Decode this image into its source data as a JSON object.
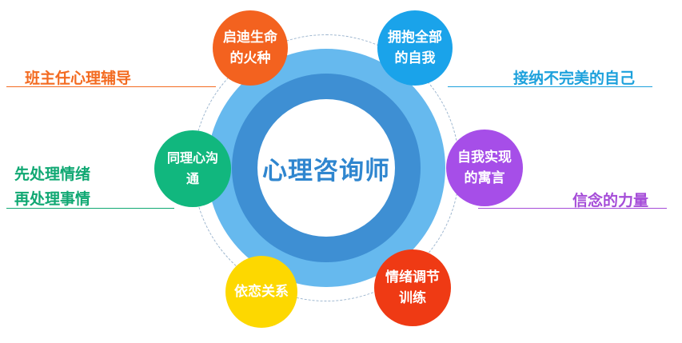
{
  "center": {
    "title": "心理咨询师"
  },
  "nodes": [
    {
      "id": "n1",
      "text": "启迪生命的火种",
      "color": "#f3621f"
    },
    {
      "id": "n2",
      "text": "拥抱全部的自我",
      "color": "#1aa3ea"
    },
    {
      "id": "n3",
      "text": "自我实现的寓言",
      "color": "#a64ee8"
    },
    {
      "id": "n4",
      "text": "情绪调节训练",
      "color": "#ef3a14"
    },
    {
      "id": "n5",
      "text": "依恋关系",
      "color": "#fdd800"
    },
    {
      "id": "n6",
      "text": "同理心沟通",
      "color": "#11b77e"
    }
  ],
  "side_labels": [
    {
      "id": "s1",
      "text": "班主任心理辅导",
      "color": "#f36b21"
    },
    {
      "id": "s2",
      "text": "接纳不完美的自己",
      "color": "#1da1dc"
    },
    {
      "id": "s3",
      "text": "先处理情绪",
      "color": "#10a873"
    },
    {
      "id": "s4",
      "text": "再处理事情",
      "color": "#10a873"
    },
    {
      "id": "s5",
      "text": "信念的力量",
      "color": "#a54cd8"
    }
  ]
}
